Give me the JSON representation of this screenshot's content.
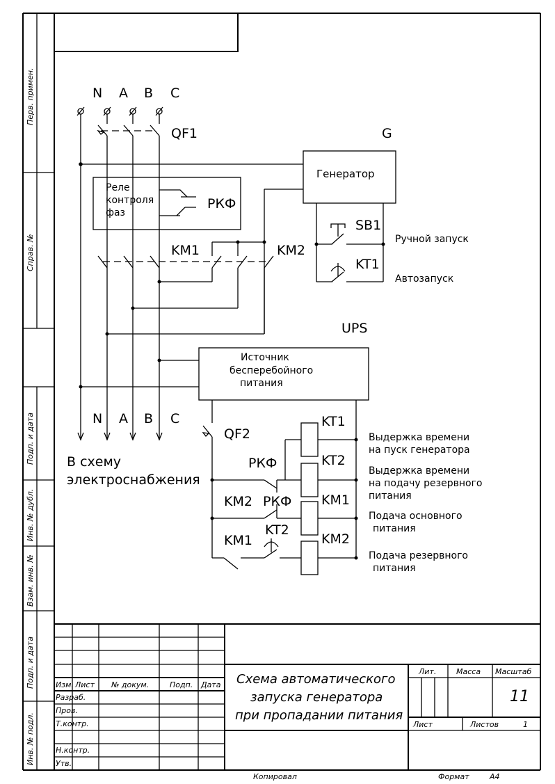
{
  "side_labels": [
    "Перв. примен.",
    "Справ. №",
    "Подп. и дата",
    "Инв. № дубл.",
    "Взам. инв. №",
    "Подп. и дата",
    "Инв. № подл."
  ],
  "top_bus": {
    "n": "N",
    "a": "A",
    "b": "B",
    "c": "C"
  },
  "bottom_bus": {
    "n": "N",
    "a": "A",
    "b": "B",
    "c": "C"
  },
  "breakers": {
    "qf1": "QF1",
    "qf2": "QF2"
  },
  "generator": {
    "tag": "G",
    "label": "Генератор"
  },
  "relay": {
    "line1": "Реле",
    "line2": "контроля",
    "line3": "фаз",
    "tag": "РКФ"
  },
  "contactors": {
    "km1": "KM1",
    "km2": "KM2"
  },
  "start_circuit": {
    "sb1": "SB1",
    "kt1": "KT1",
    "manual": "Ручной запуск",
    "auto": "Автозапуск"
  },
  "ups": {
    "tag": "UPS",
    "line1": "Источник",
    "line2": "бесперебойного",
    "line3": "питания"
  },
  "supply": {
    "line1": "В схему",
    "line2": "электроснабжения"
  },
  "control": {
    "rkf_top": "РКФ",
    "km2_contact": "KM2",
    "rkf_contact": "РКФ",
    "km1_contact": "KM1",
    "kt2_contact": "KT2",
    "coils": [
      "KT1",
      "KT2",
      "KM1",
      "KM2"
    ],
    "notes": [
      {
        "l1": "Выдержка времени",
        "l2": "на пуск генератора"
      },
      {
        "l1": "Выдержка времени",
        "l2": "на подачу резервного",
        "l3": "питания"
      },
      {
        "l1": "Подача основного",
        "l2": "питания"
      },
      {
        "l1": "Подача резервного",
        "l2": "питания"
      }
    ]
  },
  "title_block": {
    "headers": {
      "izm": "Изм.",
      "list": "Лист",
      "doc": "№ докум.",
      "sign": "Подп.",
      "date": "Дата"
    },
    "roles": {
      "razrab": "Разраб.",
      "prov": "Пров.",
      "tkontr": "Т.контр.",
      "nkontr": "Н.контр.",
      "utv": "Утв."
    },
    "title_l1": "Схема автоматического",
    "title_l2": "запуска генератора",
    "title_l3": "при пропадании питания",
    "lit": "Лит.",
    "mass": "Масса",
    "scale": "Масштаб",
    "sheet_no": "11",
    "sheet": "Лист",
    "sheets": "Листов",
    "sheets_count": "1",
    "copied": "Копировал",
    "format": "Формат",
    "format_val": "А4"
  }
}
